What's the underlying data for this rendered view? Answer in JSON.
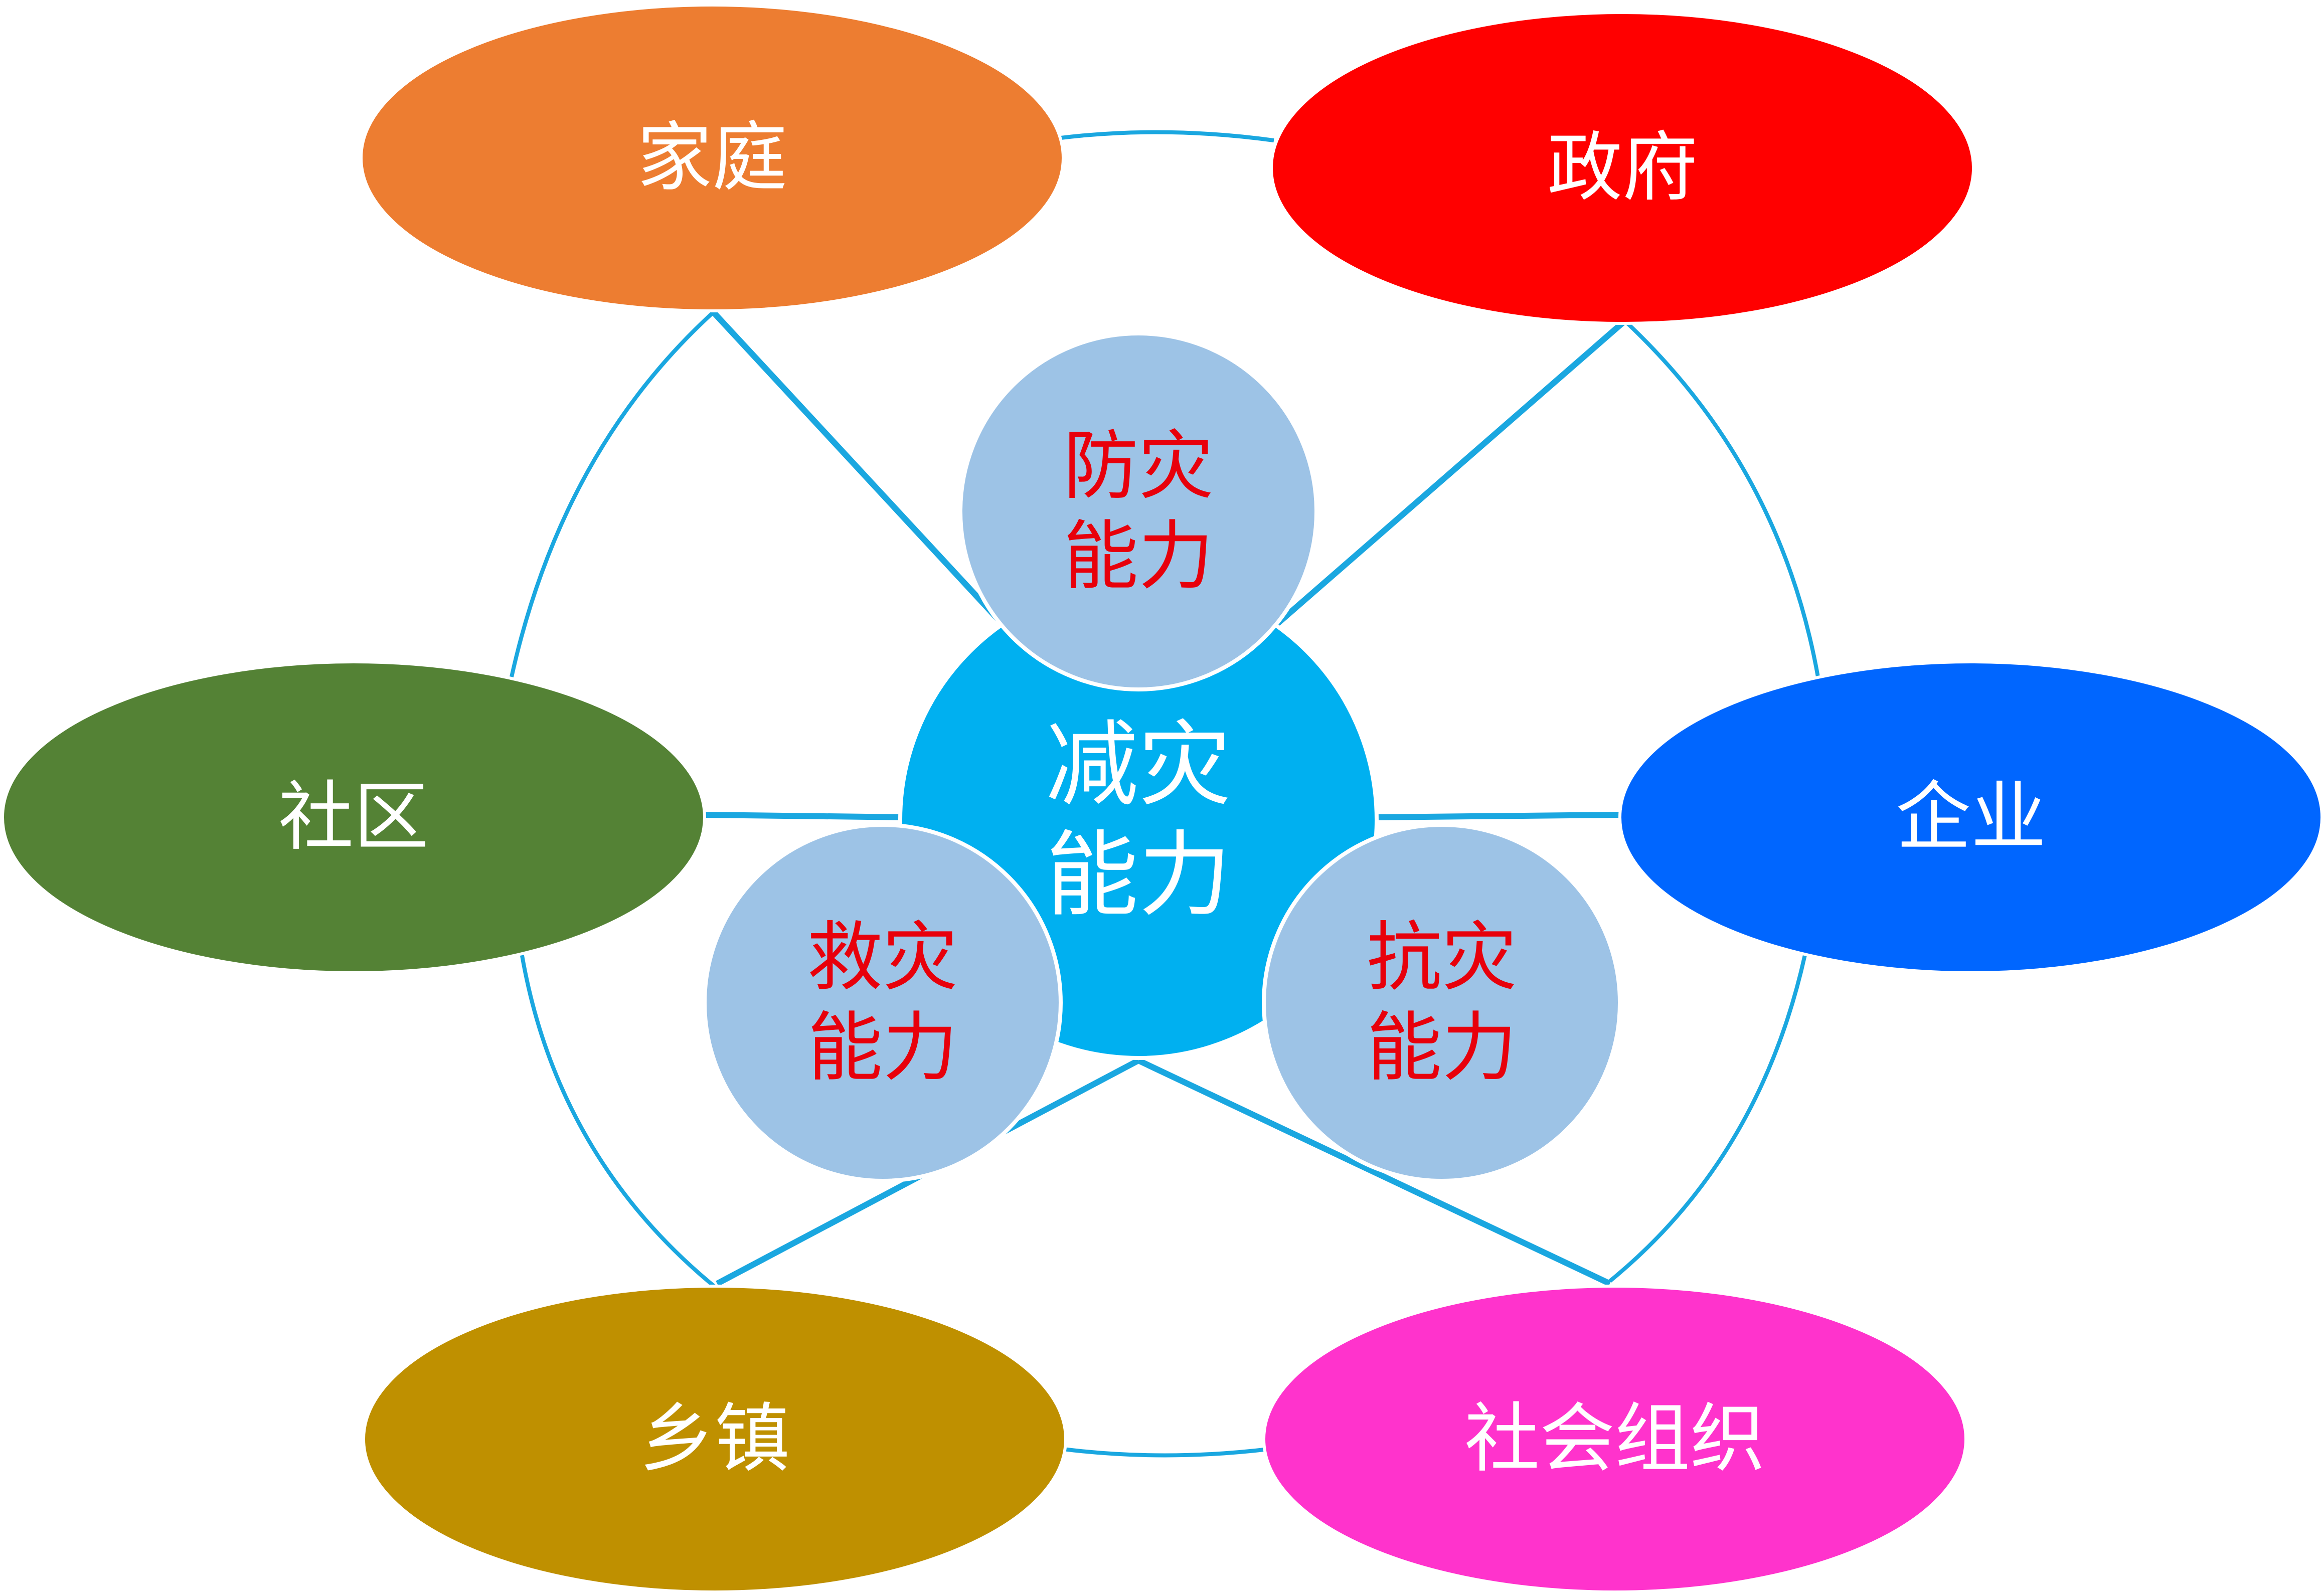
{
  "center": {
    "line1": "减灾",
    "line2": "能力",
    "color": "#00b0f0"
  },
  "capabilities": [
    {
      "id": "prevention",
      "line1": "防灾",
      "line2": "能力",
      "fill": "#9dc3e6",
      "text_color": "#e8000b"
    },
    {
      "id": "rescue",
      "line1": "救灾",
      "line2": "能力",
      "fill": "#9dc3e6",
      "text_color": "#e8000b"
    },
    {
      "id": "resistance",
      "line1": "抗灾",
      "line2": "能力",
      "fill": "#9dc3e6",
      "text_color": "#e8000b"
    }
  ],
  "actors": [
    {
      "id": "family",
      "label": "家庭",
      "color": "#ed7d31"
    },
    {
      "id": "government",
      "label": "政府",
      "color": "#ff0000"
    },
    {
      "id": "community",
      "label": "社区",
      "color": "#548235"
    },
    {
      "id": "enterprise",
      "label": "企业",
      "color": "#0066ff"
    },
    {
      "id": "township",
      "label": "乡镇",
      "color": "#bf9000"
    },
    {
      "id": "social-org",
      "label": "社会组织",
      "color": "#ff33cc"
    }
  ],
  "edge_color": "#1aa7e0"
}
